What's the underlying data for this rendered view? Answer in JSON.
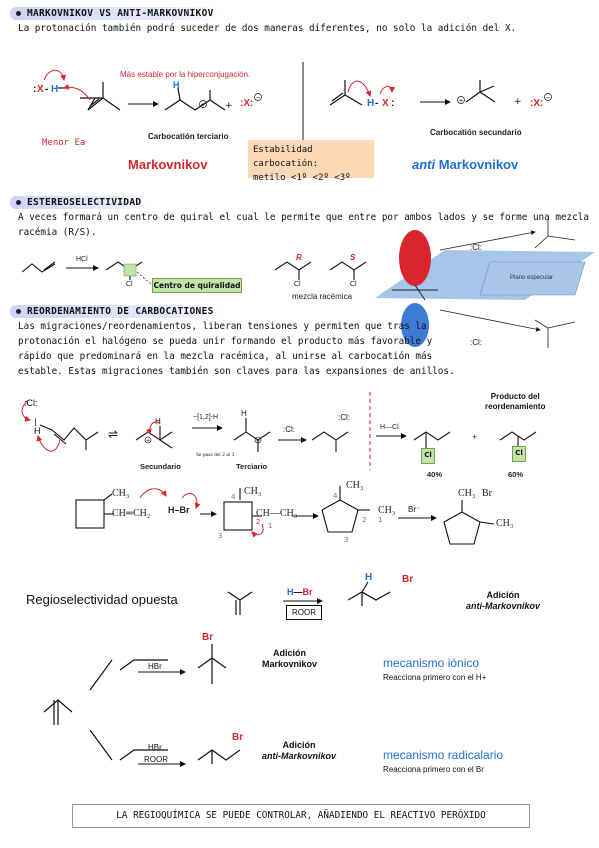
{
  "sections": {
    "markovnikov": {
      "header": "MARKOVNIKOV VS ANTI-MARKOVNIKOV",
      "intro": "La protonación también podrá suceder de dos maneras diferentes, no solo la adición del X.",
      "note_hyperconj": "Más estable por la hiperconjugación.",
      "menor_ea": "Menor Ea",
      "carbocation_terciario": "Carbocatión terciario",
      "markovnikov_label": "Markovnikov",
      "stability_line1": "Estabilidad carbocatión:",
      "stability_line2": "metilo <1º <2º <3º",
      "carbocation_secundario": "Carbocatión secundario",
      "anti_prefix": "anti",
      "anti_suffix": "Markovnikov"
    },
    "estereo": {
      "header": "ESTEREOSELECTIVIDAD",
      "line1": "A veces formará un centro de quiral el cual le permite que entre por ambos lados y se forme una mezcla",
      "line2": "racémia (R/S).",
      "hcl": "HCl",
      "centro_quiralidad": "Centro de quiralidad",
      "mezcla_racemica": "mezcla racémica",
      "plano_especular": "Plano especular",
      "r_label": "R",
      "s_label": "S",
      "cl": "Cl"
    },
    "reordenamiento": {
      "header": "REORDENAMIENTO DE CARBOCATIONES",
      "line1": "Las migraciones/reordenamientos, liberan tensiones y permiten que tras la",
      "line2": "protonación el halógeno se pueda unir formando el producto más favorable y",
      "line3": "rápido que predominará en la mezcla racémica, al unirse al carbocatión más",
      "line4": "estable. Estas migraciones también son claves para las expansiones de anillos.",
      "shift": "~[1,2]-H",
      "secundario": "Secundario",
      "terciario": "Terciario",
      "se_pasa": "Se pasa del 2 al 3",
      "hcl_reagent": "H—Cl",
      "producto_line1": "Producto del",
      "producto_line2": "reordenamiento",
      "pct40": "40%",
      "pct60": "60%",
      "hbr": "H–Br",
      "br_minus": "Br⁻",
      "ch3": "CH₃",
      "ch_ch2": "CH═CH₂",
      "ch_ch3": "CH—CH₃",
      "br": "Br"
    },
    "regio": {
      "title": "Regioselectividad opuesta",
      "h_br": "H—Br",
      "roor": "ROOR",
      "adicion": "Adición",
      "anti_markov": "anti-Markovnikov",
      "markov": "Markovnikov",
      "hbr": "HBr",
      "mec_ionico": "mecanismo iónico",
      "primero_h": "Reacciona primero con el H+",
      "mec_radical": "mecanismo radicalario",
      "primero_br": "Reacciona primero con el Br"
    },
    "footer": "LA REGIOQUÍMICA SE PUEDE CONTROLAR, AÑADIENDO EL REACTIVO PERÓXIDO"
  },
  "colors": {
    "red": "#d9262c",
    "blue": "#1f6fd1",
    "header_bg": "#cfd3f5",
    "stability_bg": "#fbd8b6",
    "product_box": "#c4e3a8",
    "cation_purple": "#9b59b6"
  }
}
